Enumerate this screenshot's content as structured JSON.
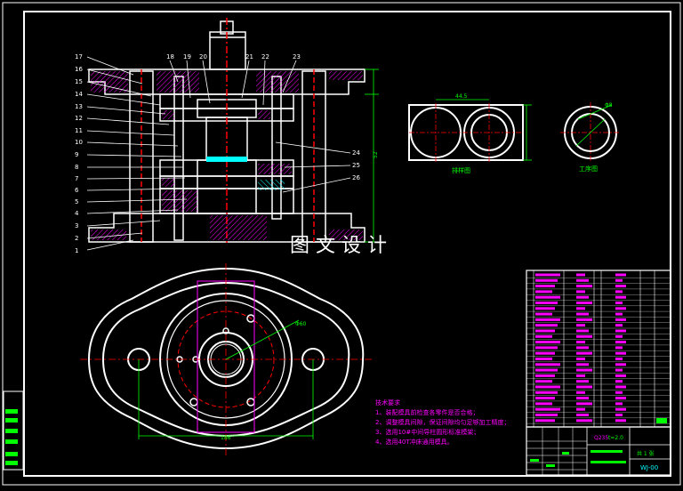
{
  "watermark": "图 文 设 计",
  "balloons": [
    "17",
    "16",
    "15",
    "14",
    "13",
    "12",
    "11",
    "10",
    "9",
    "8",
    "7",
    "6",
    "5",
    "4",
    "3",
    "2",
    "1"
  ],
  "top_balloons": [
    "18",
    "19",
    "20",
    "21",
    "22",
    "23"
  ],
  "right_balloons": [
    "24",
    "25",
    "26"
  ],
  "dims": {
    "height_right": "52",
    "blank_width": "44.5",
    "part_small": "Φ8",
    "plan_span": "186",
    "plan_diag": "Φ60"
  },
  "view_labels": {
    "layout": "排样图",
    "part": "工序图"
  },
  "tech_notes": {
    "title": "技术要求",
    "lines": [
      "1、装配模具前检查各零件是否合格；",
      "2、调整模具间隙，保证间隙均匀足够加工精度；",
      "3、选用10#中间导柱圆形标准模架；",
      "4、选用40T冲床通用模具。"
    ]
  },
  "title_block": {
    "material": "Q235",
    "thickness": "t=2.0",
    "sheet_label": "共 1 张",
    "drawing_no": "WJ-00"
  },
  "colors": {
    "background": "#000000",
    "lines": "#ffffff",
    "part": "#ff00ff",
    "hidden": "#ff0000",
    "center": "#ff0000",
    "dims": "#00ff00",
    "hatch": "#00ffff",
    "table_text": "#ff00ff"
  }
}
